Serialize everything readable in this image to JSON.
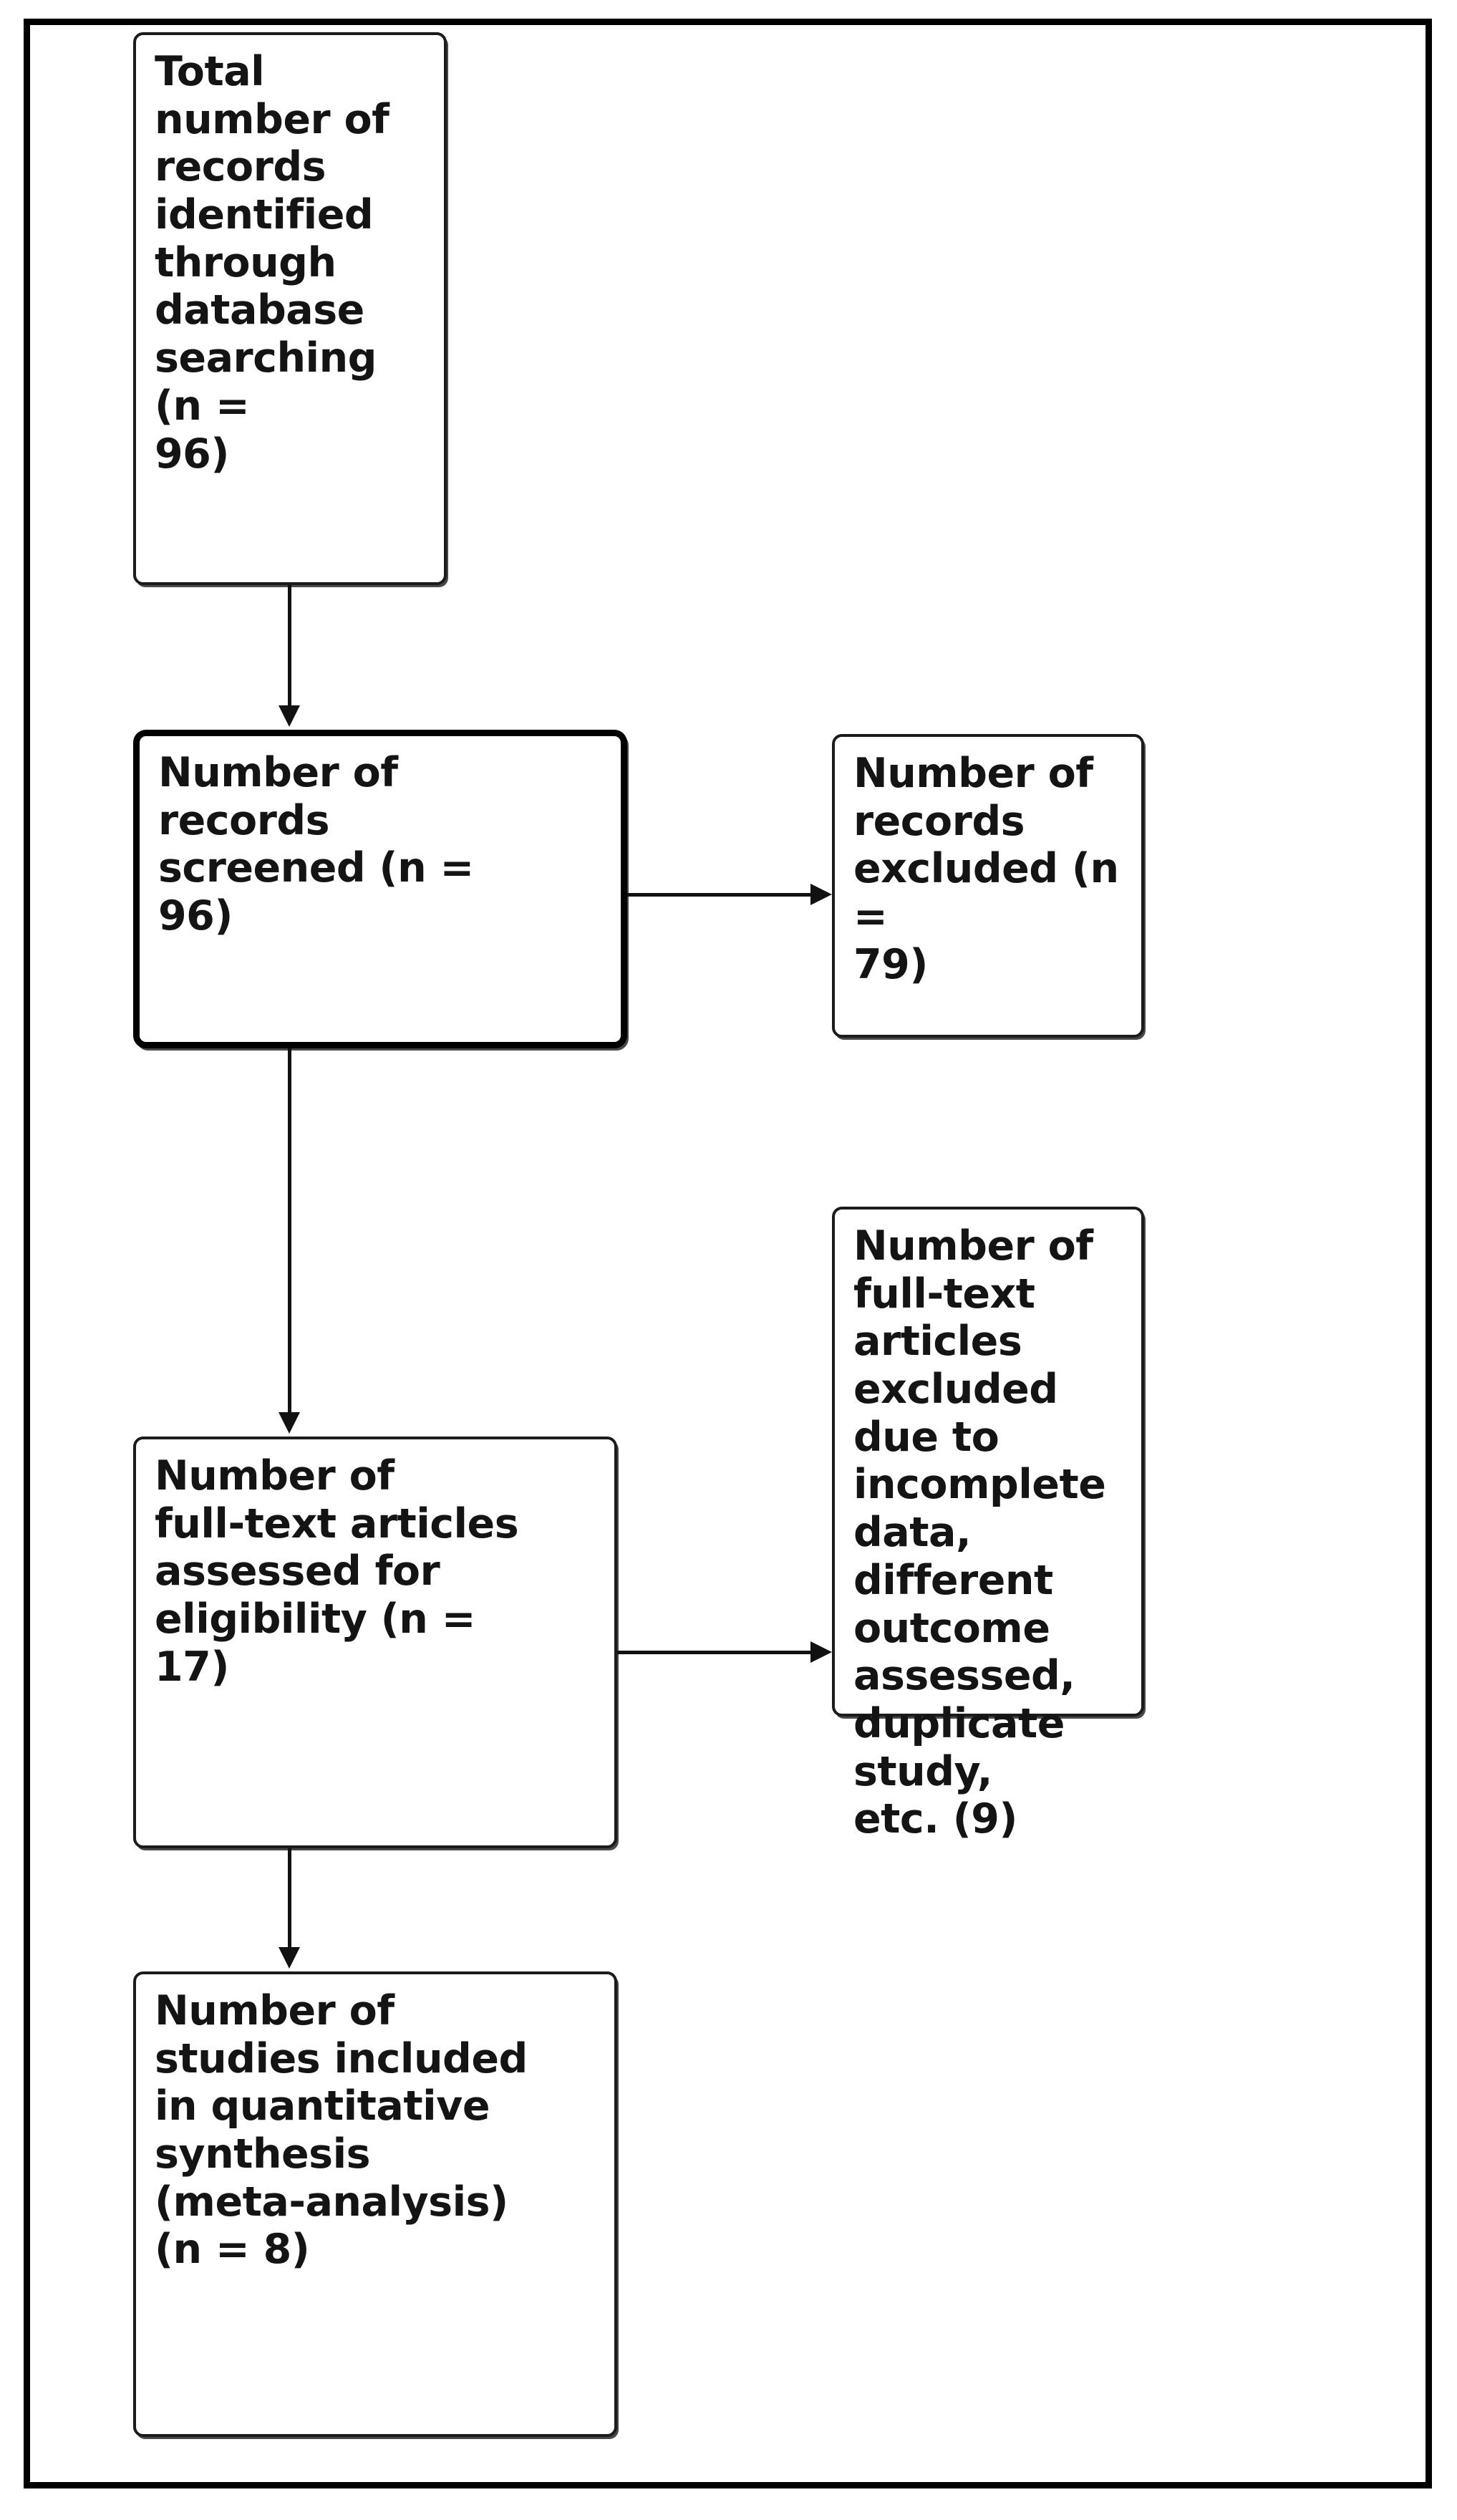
{
  "figure": {
    "type": "prisma-flow-diagram",
    "boxes": [
      {
        "id": "identification",
        "label": "Total number of\nrecords\nidentified\nthrough\ndatabase\nsearching (n =\n96)",
        "n": 96,
        "emphasis": false
      },
      {
        "id": "screening",
        "label": "Number of\nrecords\nscreened (n =\n96)",
        "n": 96,
        "emphasis": true
      },
      {
        "id": "records-excluded",
        "label": "Number of\nrecords\nexcluded (n =\n79)",
        "n": 79,
        "emphasis": false
      },
      {
        "id": "eligibility",
        "label": "Number of\nfull-text articles\nassessed for\neligibility (n =\n17)",
        "n": 17,
        "emphasis": false
      },
      {
        "id": "fulltext-excluded",
        "label": "Number of\nfull-text articles\nexcluded due to\nincomplete data,\ndifferent\noutcome\nassessed,\nduplicate study,\netc. (9)",
        "n": 9,
        "emphasis": false
      },
      {
        "id": "included",
        "label": "Number of\nstudies included\nin quantitative\nsynthesis\n(meta-analysis)\n(n = 8)",
        "n": 8,
        "emphasis": false
      }
    ],
    "connectors": [
      {
        "id": "identification-to-screening",
        "direction": "down"
      },
      {
        "id": "screening-to-records-excluded",
        "direction": "right"
      },
      {
        "id": "screening-to-eligibility",
        "direction": "down"
      },
      {
        "id": "eligibility-to-fulltext-excluded",
        "direction": "right"
      },
      {
        "id": "eligibility-to-included",
        "direction": "down"
      }
    ],
    "colors": {
      "frame": "#000000",
      "box_border": "#1b1b1b",
      "box_fill": "#ffffff",
      "text": "#141414",
      "connector": "#111111"
    }
  }
}
